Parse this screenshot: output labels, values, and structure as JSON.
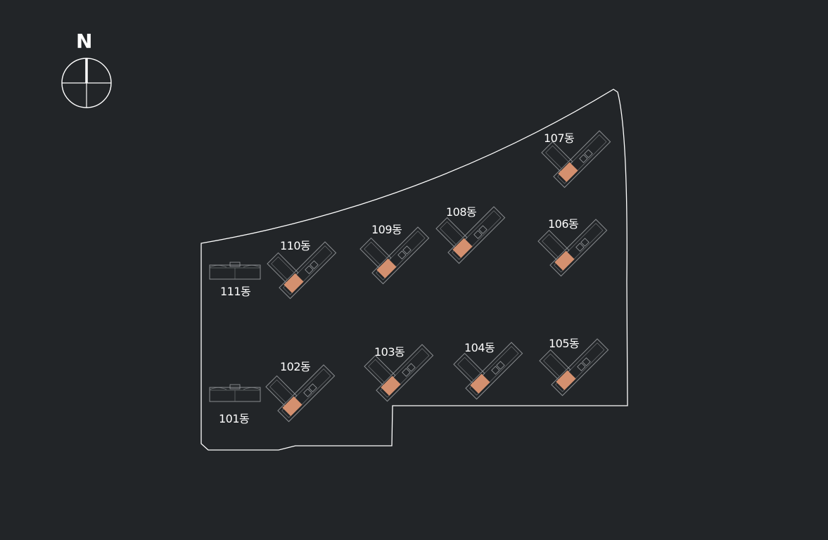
{
  "colors": {
    "background": "#222528",
    "boundary": "#ffffff",
    "building_outline": "#8a8d90",
    "highlight_unit": "#d4906f",
    "text": "#ffffff"
  },
  "compass": {
    "north_label": "N",
    "icon": "compass-icon"
  },
  "buildings": [
    {
      "id": "111",
      "label": "111동",
      "type": "flat"
    },
    {
      "id": "101",
      "label": "101동",
      "type": "flat"
    },
    {
      "id": "110",
      "label": "110동",
      "type": "angled"
    },
    {
      "id": "109",
      "label": "109동",
      "type": "angled"
    },
    {
      "id": "108",
      "label": "108동",
      "type": "angled"
    },
    {
      "id": "107",
      "label": "107동",
      "type": "angled"
    },
    {
      "id": "106",
      "label": "106동",
      "type": "angled"
    },
    {
      "id": "102",
      "label": "102동",
      "type": "angled"
    },
    {
      "id": "103",
      "label": "103동",
      "type": "angled"
    },
    {
      "id": "104",
      "label": "104동",
      "type": "angled"
    },
    {
      "id": "105",
      "label": "105동",
      "type": "angled"
    }
  ]
}
